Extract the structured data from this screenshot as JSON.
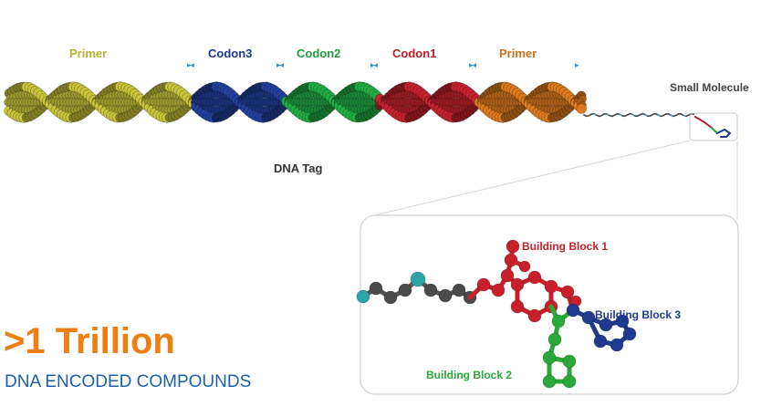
{
  "segments": [
    {
      "label": "Primer",
      "color": "#b7b236"
    },
    {
      "label": "Codon3",
      "color": "#1f3a8e"
    },
    {
      "label": "Codon2",
      "color": "#1f9d3e"
    },
    {
      "label": "Codon1",
      "color": "#b3202a"
    },
    {
      "label": "Primer",
      "color": "#c8701b"
    }
  ],
  "dna_tag_label": "DNA Tag",
  "small_molecule_label": "Small Molecule",
  "building_blocks": [
    {
      "label": "Building Block 1",
      "color": "#c8202a"
    },
    {
      "label": "Building Block 3",
      "color": "#1f3a8e"
    },
    {
      "label": "Building Block 2",
      "color": "#2aa83a"
    }
  ],
  "headline": ">1 Trillion",
  "subline": "DNA ENCODED COMPOUNDS",
  "colors": {
    "accent_orange": "#ee7d12",
    "accent_blue": "#1c5fae",
    "marker_blue": "#3a8fd0"
  }
}
